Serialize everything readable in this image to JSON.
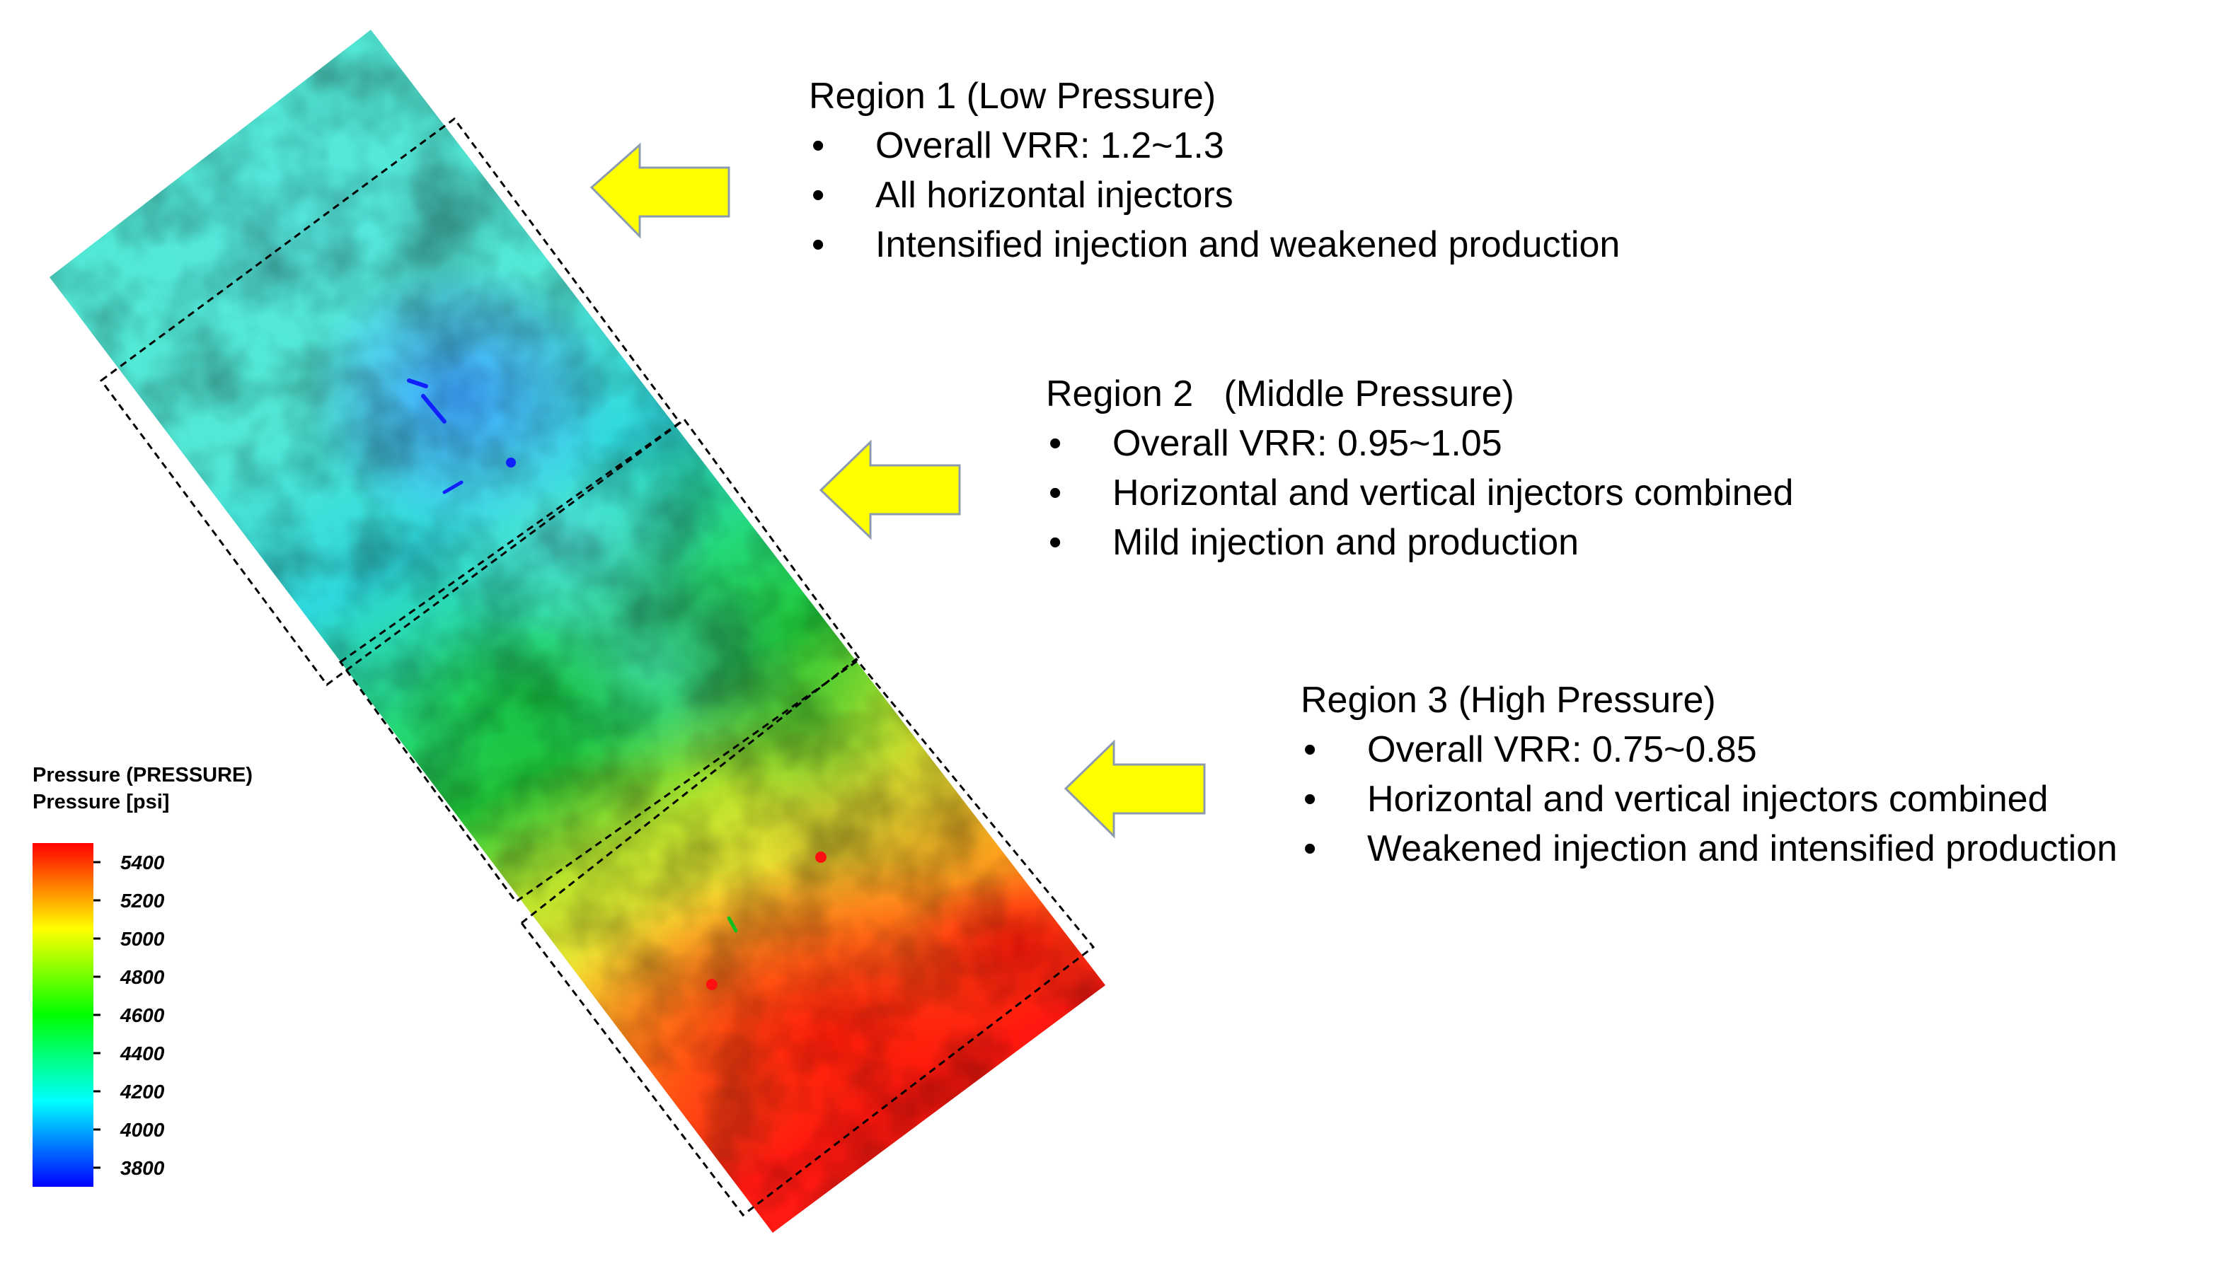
{
  "regions": [
    {
      "title": "Region 1 (Low Pressure)",
      "bullets": [
        "Overall VRR: 1.2~1.3",
        "All horizontal injectors",
        "Intensified injection and weakened production"
      ]
    },
    {
      "title": "Region 2   (Middle Pressure)",
      "bullets": [
        "Overall VRR: 0.95~1.05",
        "Horizontal and vertical injectors combined",
        "Mild injection and production"
      ]
    },
    {
      "title": "Region 3 (High Pressure)",
      "bullets": [
        "Overall VRR: 0.75~0.85",
        "Horizontal and vertical injectors combined",
        "Weakened injection and intensified production"
      ]
    }
  ],
  "legend": {
    "title": "Pressure (PRESSURE)",
    "unit_label": "Pressure [psi]",
    "min": 3700,
    "max": 5500,
    "ticks": [
      "5400",
      "5200",
      "5000",
      "4800",
      "4600",
      "4400",
      "4200",
      "4000",
      "3800"
    ]
  },
  "colors": {
    "arrow_fill": "#ffff00",
    "arrow_stroke": "#8c9ab0",
    "box_stroke": "#000000",
    "low": "#0000ff",
    "high": "#ff0000"
  }
}
